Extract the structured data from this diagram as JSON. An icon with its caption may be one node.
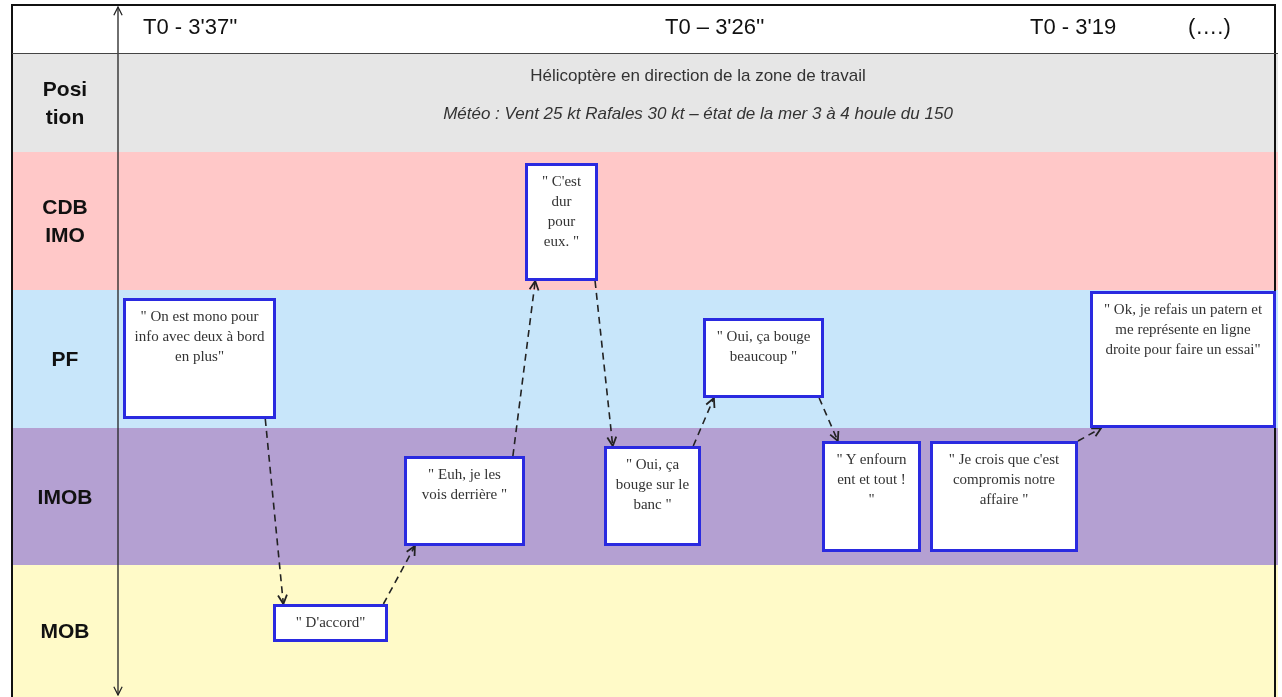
{
  "diagram": {
    "nodes": [
      {
        "text": [
          "Posi tion",
          "Hélicoptère en direction de la zone de travail",
          "Météo : Vent 25 kt Rafales 30 kt – état de la mer 3 à 4 houle du 150"
        ]
      },
      {
        "text": [
          "CDB IMO"
        ]
      },
      {
        "text": [
          "PF"
        ]
      },
      {
        "text": [
          "IMOB"
        ]
      },
      {
        "text": [
          "MOB"
        ]
      },
      {
        "text": [
          "\" On est mono pour info avec deux à bord en plus\""
        ],
        "in": 2
      },
      {
        "text": [
          "\" D'accord\""
        ],
        "in": 4
      },
      {
        "text": [
          "\" Euh, je les vois derrière \""
        ],
        "in": 3
      },
      {
        "text": [
          "\" C'est dur pour eux. \""
        ],
        "in": 1
      },
      {
        "text": [
          "\" Oui, ça bouge sur le banc \""
        ],
        "in": 3
      },
      {
        "text": [
          "\" Oui, ça bouge beaucoup \""
        ],
        "in": 2
      },
      {
        "text": [
          "\" Y enfourn ent et tout ! \""
        ],
        "in": 3
      },
      {
        "text": [
          "\" Je crois que c'est compromis notre affaire \""
        ],
        "in": 3
      },
      {
        "text": [
          "\" Ok, je refais un patern et me représente en ligne droite pour faire un essai\""
        ],
        "in": 2
      }
    ],
    "edges": [
      {
        "from": 5,
        "to": 6,
        "arrow": "to",
        "style": "dashed"
      },
      {
        "from": 6,
        "to": 7,
        "arrow": "to",
        "style": "dashed"
      },
      {
        "from": 7,
        "to": 8,
        "arrow": "to",
        "style": "dashed"
      },
      {
        "from": 8,
        "to": 9,
        "arrow": "to",
        "style": "dashed"
      },
      {
        "from": 9,
        "to": 10,
        "arrow": "to",
        "style": "dashed"
      },
      {
        "from": 10,
        "to": 11,
        "arrow": "to",
        "style": "dashed"
      },
      {
        "from": 12,
        "to": 13,
        "arrow": "to",
        "style": "dashed"
      }
    ],
    "labels": [
      "T0 - 3'37''",
      "T0 – 3'26''",
      "T0 - 3'19",
      "(….)"
    ]
  }
}
